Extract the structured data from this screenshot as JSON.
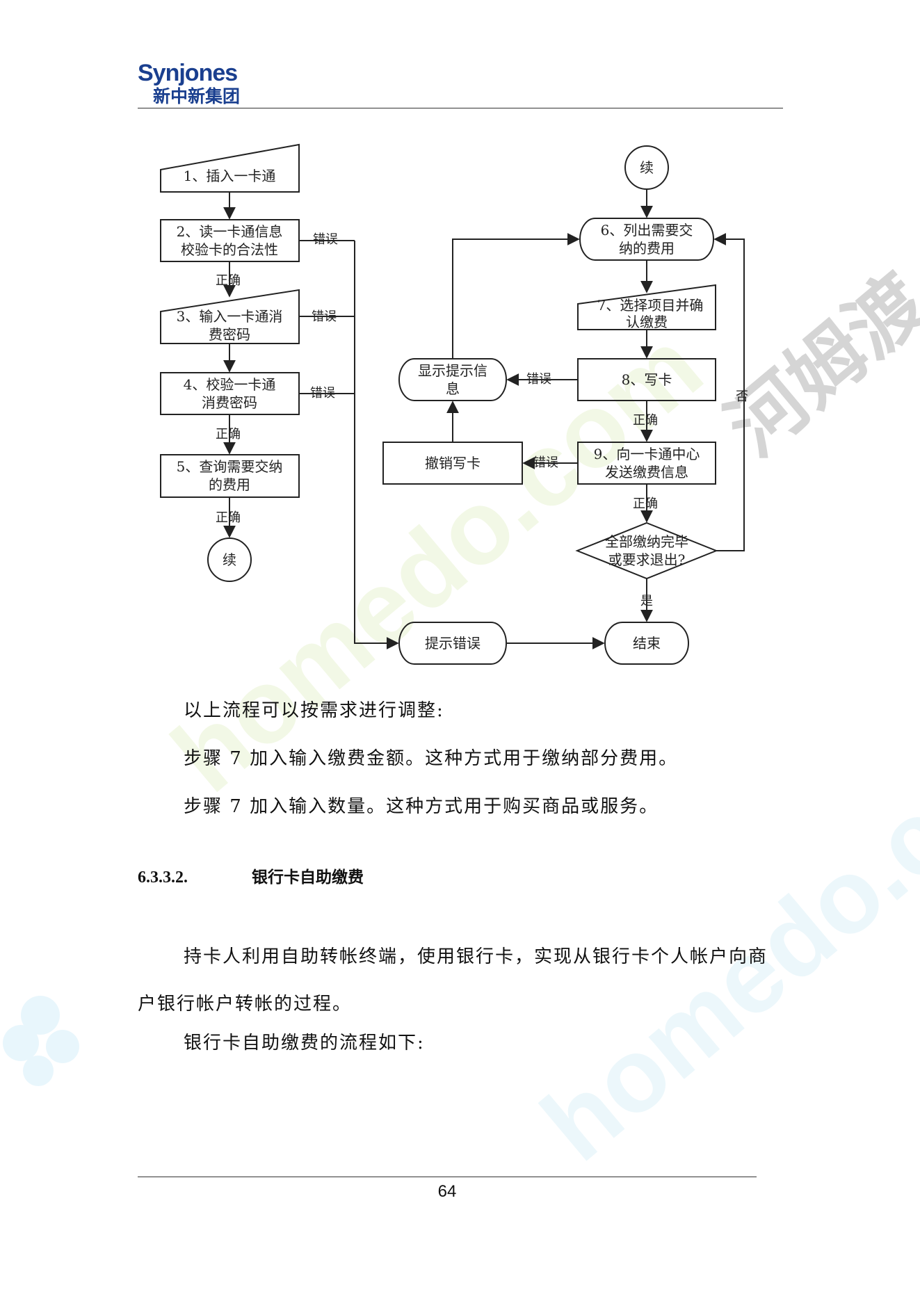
{
  "header": {
    "logo_en": "Synjones",
    "logo_cn": "新中新集团"
  },
  "watermark": {
    "text_latin": "homedo.com",
    "text_cn": "河姆渡"
  },
  "flowchart": {
    "nodes": {
      "n1": "1、插入一卡通",
      "n2a": "2、读一卡通信息",
      "n2b": "校验卡的合法性",
      "n3a": "3、输入一卡通消",
      "n3b": "费密码",
      "n4a": "4、校验一卡通",
      "n4b": "消费密码",
      "n5a": "5、查询需要交纳",
      "n5b": "的费用",
      "cont_left": "续",
      "cont_right": "续",
      "n6a": "6、列出需要交",
      "n6b": "纳的费用",
      "n7a": "7、选择项目并确",
      "n7b": "认缴费",
      "n8": "8、写卡",
      "n9a": "9、向一卡通中心",
      "n9b": "发送缴费信息",
      "show_a": "显示提示信",
      "show_b": "息",
      "undo": "撤销写卡",
      "dec_a": "全部缴纳完毕",
      "dec_b": "或要求退出?",
      "prompt_err": "提示错误",
      "end": "结束"
    },
    "labels": {
      "error": "错误",
      "correct": "正确",
      "yes": "是",
      "no": "否"
    }
  },
  "body": {
    "p1": "以上流程可以按需求进行调整:",
    "p2": "步骤 7 加入输入缴费金额。这种方式用于缴纳部分费用。",
    "p3": "步骤 7 加入输入数量。这种方式用于购买商品或服务。",
    "section_number": "6.3.3.2.",
    "section_title": "银行卡自助缴费",
    "p4": "持卡人利用自助转帐终端，使用银行卡，实现从银行卡个人帐户向商户银行帐户转帐的过程。",
    "p5": "银行卡自助缴费的流程如下:"
  },
  "footer": {
    "page_number": "64"
  }
}
